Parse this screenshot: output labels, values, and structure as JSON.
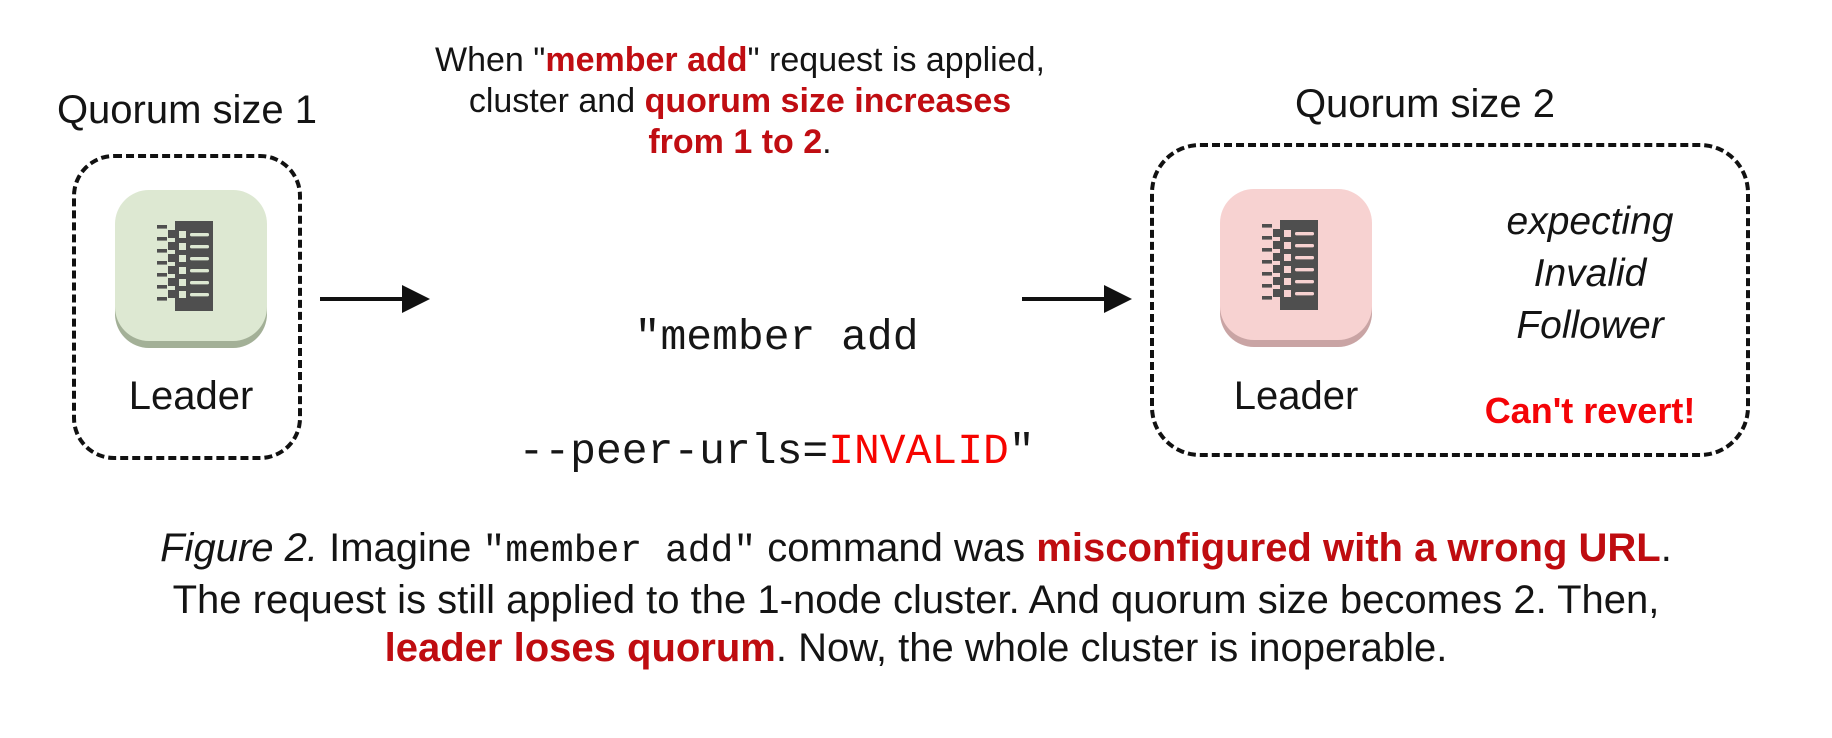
{
  "panels": {
    "left": {
      "title": "Quorum size 1",
      "node_label": "Leader"
    },
    "right": {
      "title": "Quorum size 2",
      "node_label": "Leader",
      "note_line1": "expecting",
      "note_line2": "Invalid",
      "note_line3": "Follower",
      "warning": "Can't revert!"
    }
  },
  "annotation": {
    "l1_a": "When \"",
    "l1_em": "member add",
    "l1_b": "\" request is applied,",
    "l2_a": "cluster and ",
    "l2_em": "quorum size increases",
    "l3_em": "from 1 to 2",
    "l3_a": "."
  },
  "command": {
    "line1": "\"member add",
    "line2_a": "--peer-urls=",
    "line2_em": "INVALID",
    "line2_b": "\""
  },
  "caption": {
    "fig_label": "Figure 2.",
    "l1_a": " Imagine ",
    "l1_code": "\"member add\"",
    "l1_b": " command was ",
    "l1_em": "misconfigured with a wrong URL",
    "l1_c": ".",
    "l2": "The request is still applied to the 1-node cluster. And quorum size becomes 2. Then,",
    "l3_em": "leader loses quorum",
    "l3_a": ". Now, the whole cluster is inoperable."
  },
  "colors": {
    "bold_red": "#c00d12",
    "bright_red": "#f60400",
    "green_tile": "#dde8d2",
    "green_edge": "#a3b097",
    "pink_tile": "#f7d2d1",
    "pink_edge": "#c9a4a4",
    "glyph_dark": "#4f4f4f",
    "line_black": "#111111"
  }
}
